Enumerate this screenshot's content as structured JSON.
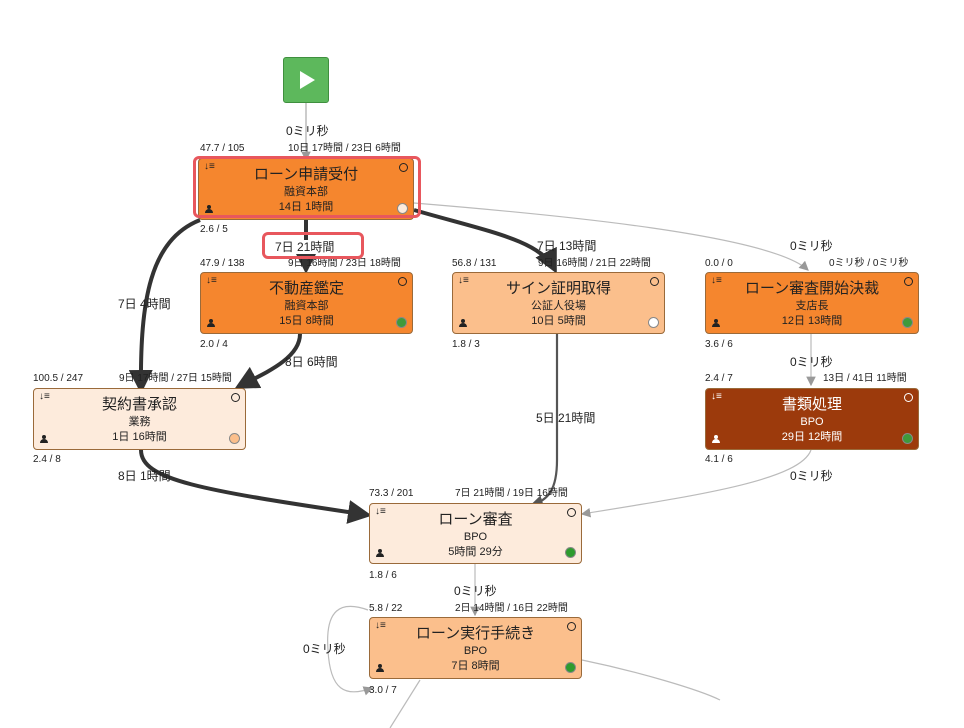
{
  "colors": {
    "dark_orange": "#f5862e",
    "light_orange": "#fbbf8c",
    "pale": "#fdebdc",
    "brown": "#9c3a0c",
    "start_green": "#5db85c",
    "highlight_red": "#e8575d"
  },
  "icons": {
    "start": "play-icon",
    "sort": "sort-icon",
    "clock": "clock-icon",
    "person": "person-icon",
    "status": "status-dot"
  },
  "start_edge_label": "0ミリ秒",
  "nodes": {
    "loan_application": {
      "title": "ローン申請受付",
      "dept": "融資本部",
      "duration": "14日 1時間",
      "stat_top_left": "47.7 / 105",
      "stat_top_right": "10日 17時間 / 23日 6時間",
      "stat_bottom_left": "2.6 / 5",
      "color": "#f5862e",
      "dot_color": "#fdebdc"
    },
    "real_estate_appraisal": {
      "title": "不動産鑑定",
      "dept": "融資本部",
      "duration": "15日 8時間",
      "stat_top_left": "47.9 / 138",
      "stat_top_right": "9日 16時間 / 23日 18時間",
      "stat_bottom_left": "2.0 / 4",
      "color": "#f5862e",
      "dot_color": "#3f9a3b"
    },
    "signature_certificate": {
      "title": "サイン証明取得",
      "dept": "公証人役場",
      "duration": "10日 5時間",
      "stat_top_left": "56.8 / 131",
      "stat_top_right": "9日 16時間 / 21日 22時間",
      "stat_bottom_left": "1.8 / 3",
      "color": "#fbbf8c",
      "dot_color": "#ffffff"
    },
    "loan_review_approval": {
      "title": "ローン審査開始決裁",
      "dept": "支店長",
      "duration": "12日 13時間",
      "stat_top_left": "0.0 / 0",
      "stat_top_right": "0ミリ秒 / 0ミリ秒",
      "stat_bottom_left": "3.6 / 6",
      "color": "#f5862e",
      "dot_color": "#3f9a3b"
    },
    "contract_approval": {
      "title": "契約書承認",
      "dept": "業務",
      "duration": "1日 16時間",
      "stat_top_left": "100.5 / 247",
      "stat_top_right": "9日 17時間 / 27日 15時間",
      "stat_bottom_left": "2.4 / 8",
      "color": "#fdebdc",
      "dot_color": "#fbbf8c"
    },
    "document_processing": {
      "title": "書類処理",
      "dept": "BPO",
      "duration": "29日 12時間",
      "stat_top_left": "2.4 / 7",
      "stat_top_right": "13日 / 41日 11時間",
      "stat_bottom_left": "4.1 / 6",
      "color": "#9c3a0c",
      "dot_color": "#3f9a3b"
    },
    "loan_review": {
      "title": "ローン審査",
      "dept": "BPO",
      "duration": "5時間 29分",
      "stat_top_left": "73.3 / 201",
      "stat_top_right": "7日 21時間 / 19日 16時間",
      "stat_bottom_left": "1.8 / 6",
      "color": "#fdebdc",
      "dot_color": "#2e9b2e"
    },
    "loan_execution": {
      "title": "ローン実行手続き",
      "dept": "BPO",
      "duration": "7日 8時間",
      "stat_top_left": "5.8 / 22",
      "stat_top_right": "2日 14時間 / 16日 22時間",
      "stat_bottom_left": "3.0 / 7",
      "color": "#fbbf8c",
      "dot_color": "#2e9b2e"
    }
  },
  "edge_labels": {
    "app_to_contract": "7日 4時間",
    "app_to_appraisal": "7日 21時間",
    "app_to_signature": "7日 13時間",
    "app_to_approval": "0ミリ秒",
    "appraisal_to_contract": "8日 6時間",
    "signature_to_review": "5日 21時間",
    "approval_to_docs": "0ミリ秒",
    "contract_to_review": "8日 1時間",
    "docs_to_review": "0ミリ秒",
    "review_to_execution": "0ミリ秒",
    "execution_self_loop": "0ミリ秒"
  }
}
